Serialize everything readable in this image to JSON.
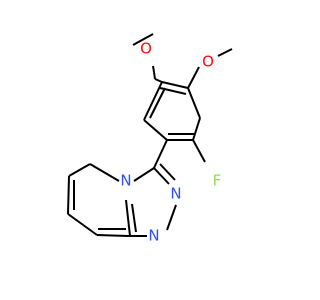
{
  "molecule": {
    "atom_labels": {
      "o_upper_left": "O",
      "o_upper_right": "O",
      "fluorine": "F",
      "n_ring_bridge": "N",
      "n_upper": "N",
      "n_lower": "N"
    },
    "colors": {
      "carbon_bond": "#000000",
      "oxygen": "#ff0d0d",
      "nitrogen": "#3050f8",
      "fluorine": "#90e050"
    }
  }
}
